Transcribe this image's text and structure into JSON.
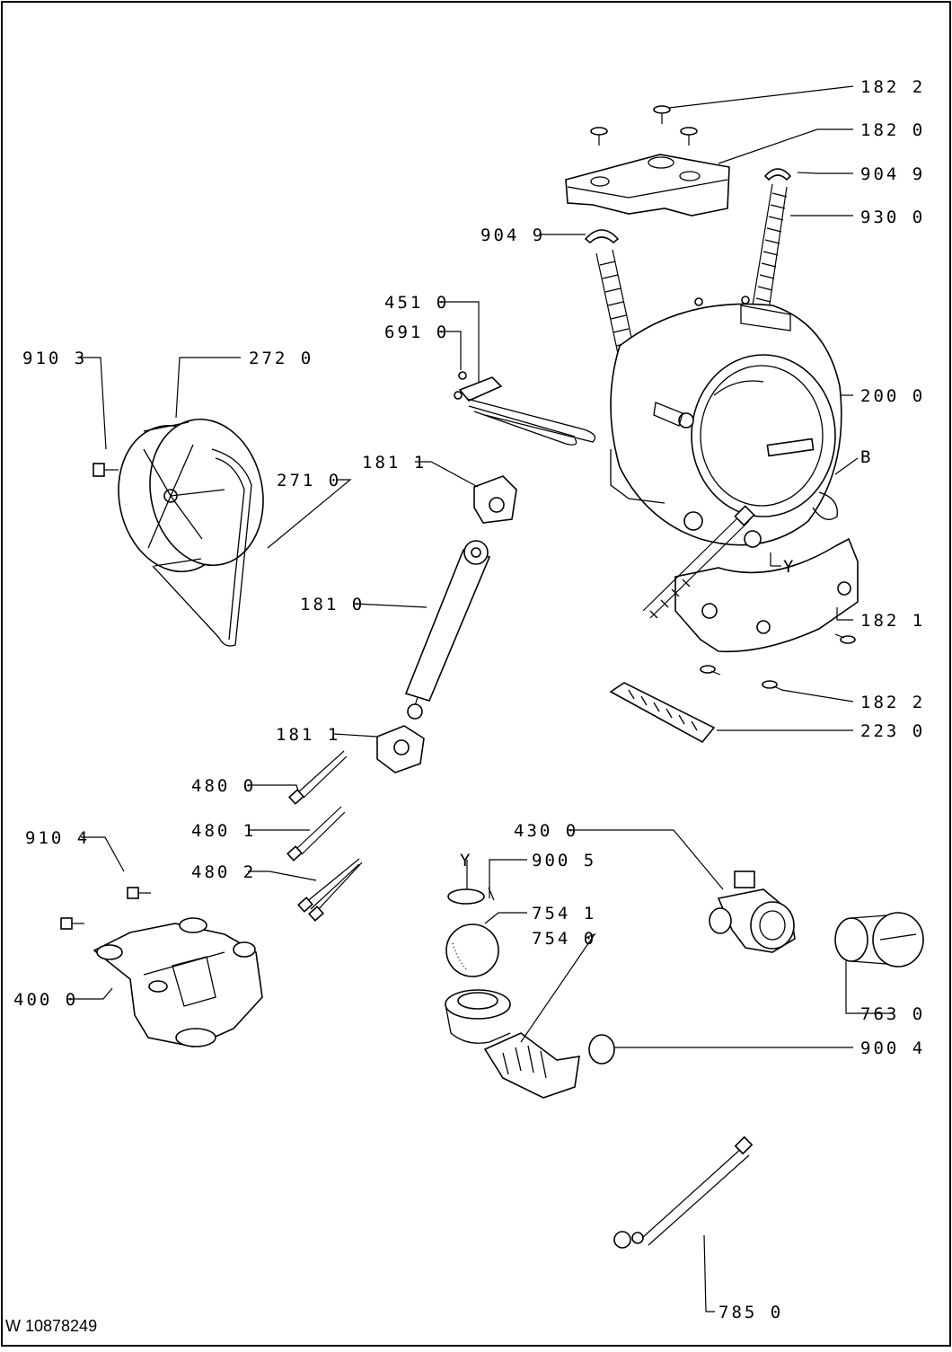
{
  "document_id": "W 10878249",
  "callouts": [
    {
      "id": "c-182-2-top",
      "text": "182 2"
    },
    {
      "id": "c-182-0",
      "text": "182 0"
    },
    {
      "id": "c-904-9-right",
      "text": "904 9"
    },
    {
      "id": "c-930-0",
      "text": "930 0"
    },
    {
      "id": "c-904-9-left",
      "text": "904 9"
    },
    {
      "id": "c-451-0",
      "text": "451 0"
    },
    {
      "id": "c-691-0",
      "text": "691 0"
    },
    {
      "id": "c-910-3",
      "text": "910 3"
    },
    {
      "id": "c-272-0",
      "text": "272 0"
    },
    {
      "id": "c-200-0",
      "text": "200 0"
    },
    {
      "id": "c-B",
      "text": "B"
    },
    {
      "id": "c-181-1-top",
      "text": "181 1"
    },
    {
      "id": "c-271-0",
      "text": "271 0"
    },
    {
      "id": "c-Y-tub",
      "text": "Y"
    },
    {
      "id": "c-181-0",
      "text": "181 0"
    },
    {
      "id": "c-182-1",
      "text": "182 1"
    },
    {
      "id": "c-182-2-bottom",
      "text": "182 2"
    },
    {
      "id": "c-223-0",
      "text": "223 0"
    },
    {
      "id": "c-181-1-bottom",
      "text": "181 1"
    },
    {
      "id": "c-480-0",
      "text": "480 0"
    },
    {
      "id": "c-480-1",
      "text": "480 1"
    },
    {
      "id": "c-480-2",
      "text": "480 2"
    },
    {
      "id": "c-910-4",
      "text": "910 4"
    },
    {
      "id": "c-430-0",
      "text": "430 0"
    },
    {
      "id": "c-Y-ring",
      "text": "Y"
    },
    {
      "id": "c-900-5",
      "text": "900 5"
    },
    {
      "id": "c-754-1",
      "text": "754 1"
    },
    {
      "id": "c-754-0",
      "text": "754 0"
    },
    {
      "id": "c-400-0",
      "text": "400 0"
    },
    {
      "id": "c-763-0",
      "text": "763 0"
    },
    {
      "id": "c-900-4",
      "text": "900 4"
    },
    {
      "id": "c-785-0",
      "text": "785 0"
    }
  ]
}
